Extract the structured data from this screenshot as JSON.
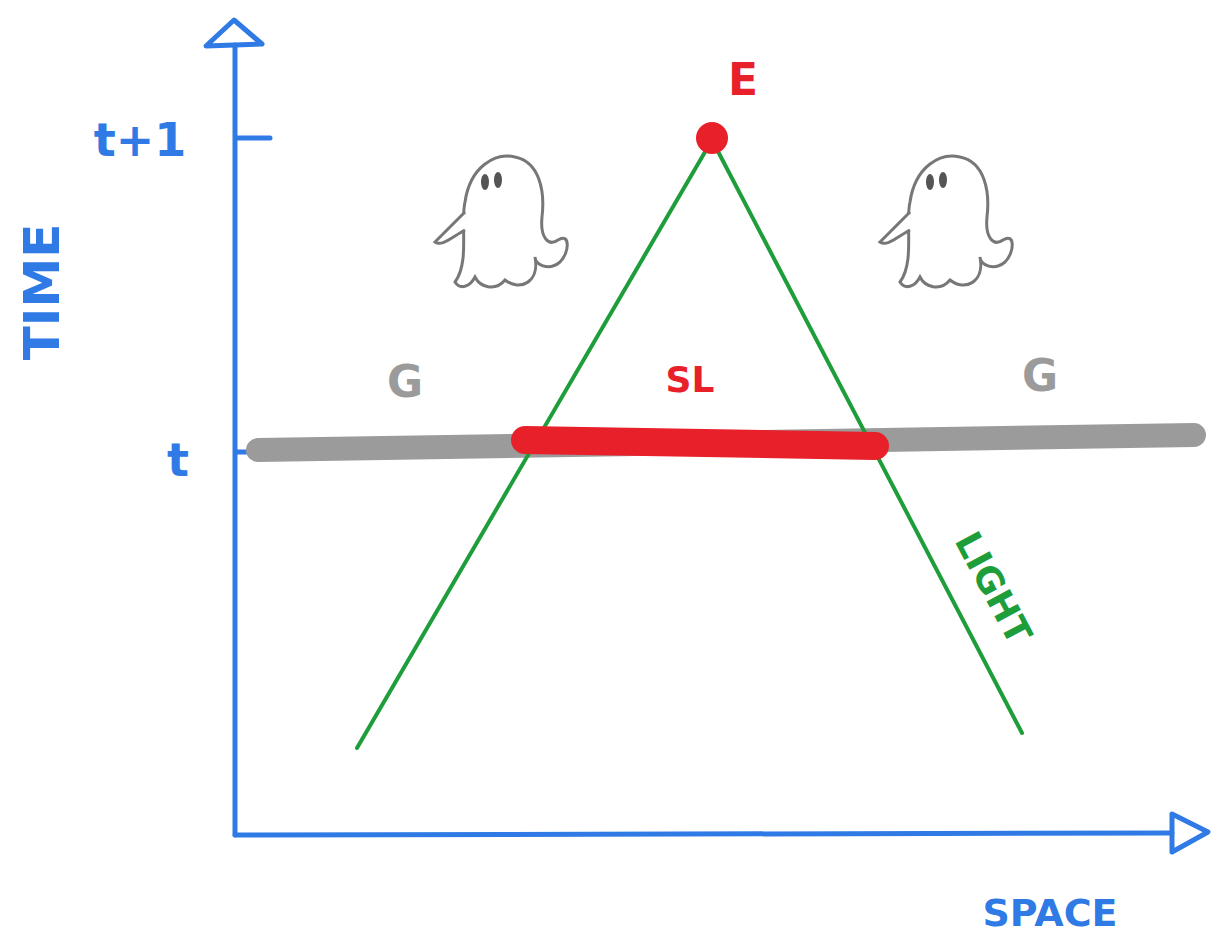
{
  "diagram": {
    "labels": [
      "E",
      "t+1",
      "TIME",
      "G",
      "SL",
      "G",
      "t",
      "LIGHT",
      "SPACE"
    ]
  }
}
